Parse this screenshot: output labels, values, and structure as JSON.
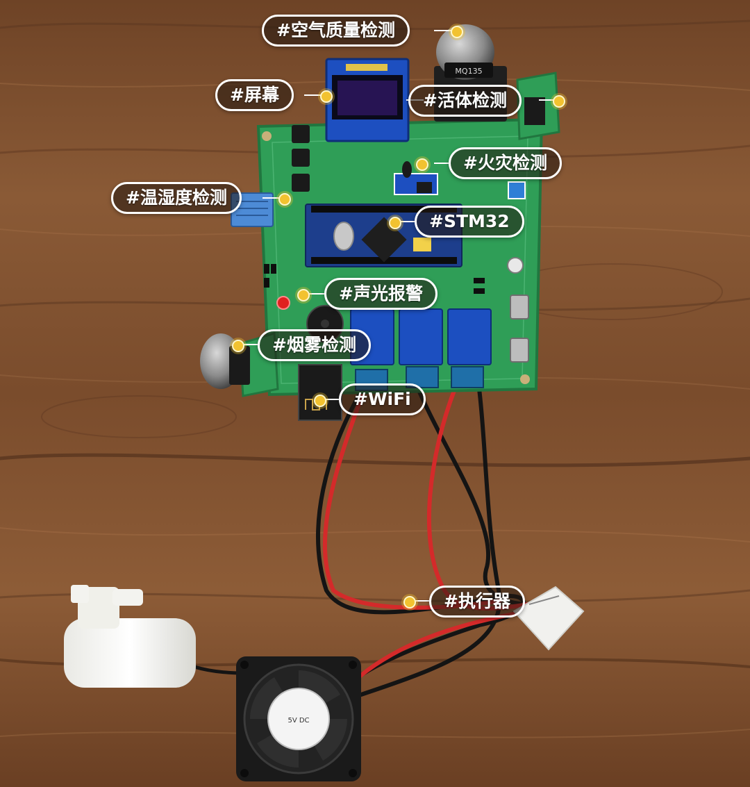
{
  "colors": {
    "wood_light": "#8a5a36",
    "wood_dark": "#4a2c18",
    "pcb_green": "#2f9e57",
    "pcb_dark": "#21763f",
    "stm32_blue": "#1d3e8c",
    "marker_yellow": "#f2c230",
    "wire_red": "#d42a2a",
    "wire_black": "#141414"
  },
  "labels": {
    "air_quality": "#空气质量检测",
    "screen": "#屏幕",
    "pir": "#活体检测",
    "fire": "#火灾检测",
    "temp_humidity": "#温湿度检测",
    "stm32": "#STM32",
    "alarm": "#声光报警",
    "smoke": "#烟雾检测",
    "wifi": "#WiFi",
    "actuator": "#执行器"
  },
  "components": {
    "mq135_text": "MQ135",
    "fan_text": "5V DC"
  }
}
